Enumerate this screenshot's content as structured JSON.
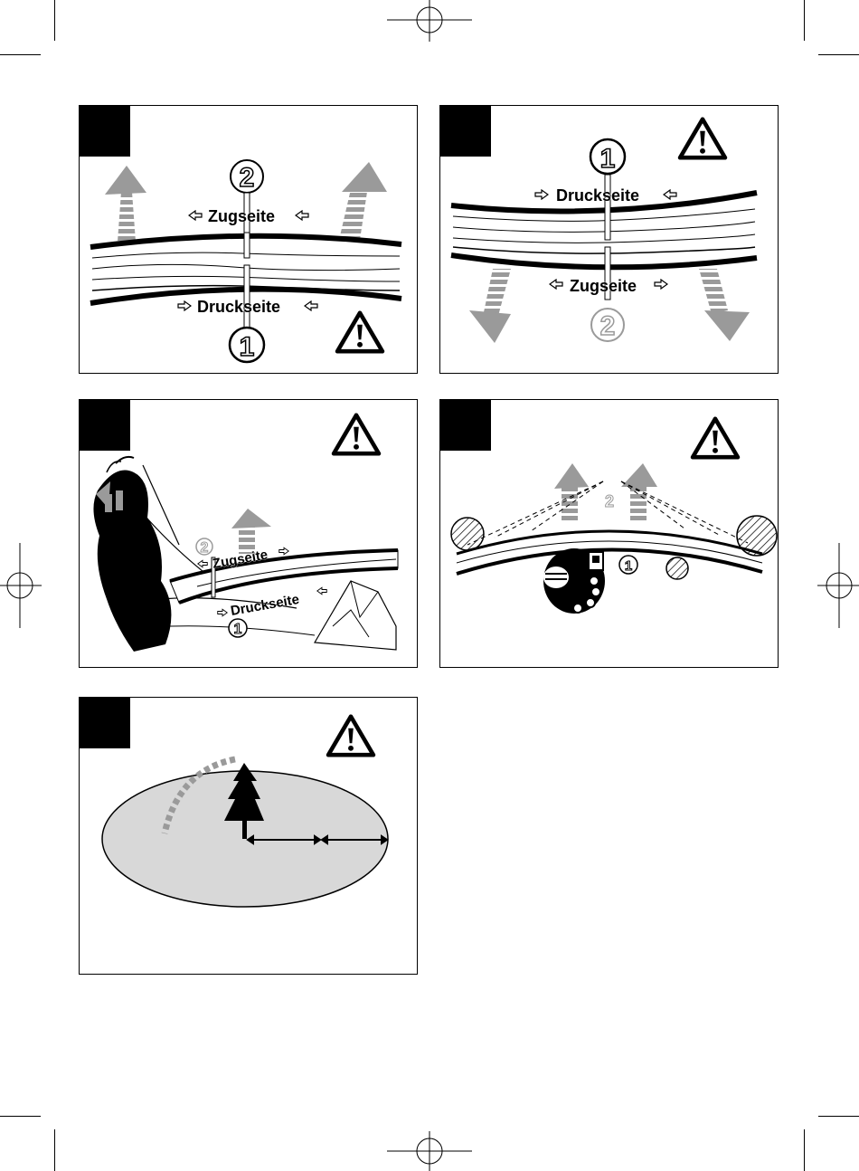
{
  "panels": {
    "p1": {
      "top_label": "Zugseite",
      "bottom_label": "Druckseite",
      "top_number": "2",
      "bottom_number": "1"
    },
    "p2": {
      "top_label": "Druckseite",
      "bottom_label": "Zugseite",
      "top_number": "1",
      "bottom_number": "2"
    },
    "p3": {
      "top_label": "Zugseite",
      "bottom_label": "Druckseite",
      "top_number": "2",
      "bottom_number": "1"
    },
    "p4": {
      "top_number": "2",
      "side_number": "1"
    },
    "p5": {}
  },
  "icons": {
    "warning": "warning-triangle-icon",
    "arrow": "outline-arrow-icon"
  },
  "colors": {
    "ink": "#000000",
    "gray_arrow": "#9a9a9a",
    "ellipse_fill": "#d8d8d8",
    "paper": "#ffffff"
  }
}
